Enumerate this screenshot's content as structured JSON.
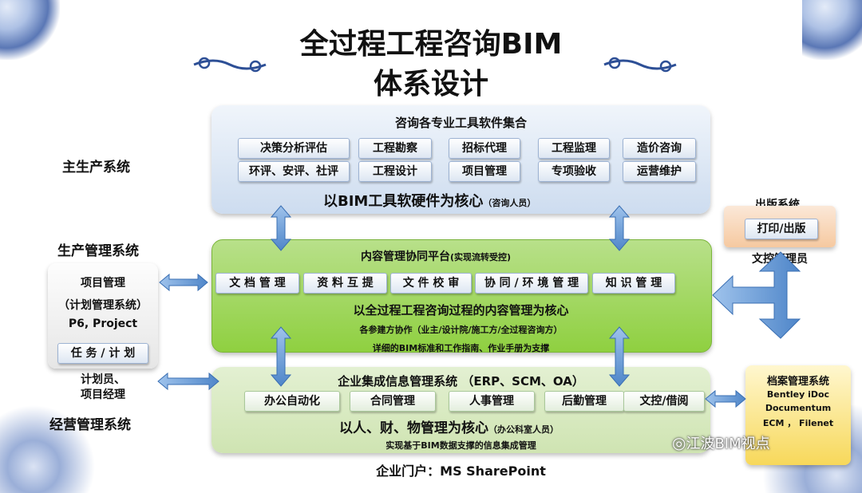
{
  "title": {
    "line1": "全过程工程咨询BIM",
    "line2": "体系设计"
  },
  "left_labels": {
    "main_production": "主生产系统",
    "production_mgmt": "生产管理系统",
    "project_mgmt": "项目管理",
    "plan_system": "（计划管理系统）",
    "p6": "P6, Project",
    "task_plan": "任 务 / 计 划",
    "planner": "计划员、",
    "pm": "项目经理",
    "business_mgmt": "经营管理系统"
  },
  "top_panel": {
    "header": "咨询各专业工具软件集合",
    "row1": [
      "决策分析评估",
      "工程勘察",
      "招标代理",
      "工程监理",
      "造价咨询"
    ],
    "row2": [
      "环评、安评、社评",
      "工程设计",
      "项目管理",
      "专项验收",
      "运营维护"
    ],
    "core": "以BIM工具软硬件为核心",
    "core_note": "（咨询人员）"
  },
  "middle_panel": {
    "header": "内容管理协同平台",
    "header_note": "(实现流转受控)",
    "items": [
      "文 档 管 理",
      "资 料 互 提",
      "文 件 校 审",
      "协 同 / 环 境 管 理",
      "知 识 管 理"
    ],
    "core": "以全过程工程咨询过程的内容管理为核心",
    "line2": "各参建方协作（业主/设计院/施工方/全过程咨询方）",
    "line3": "详细的BIM标准和工作指南、作业手册为支撑"
  },
  "bottom_panel": {
    "header": "企业集成信息管理系统 （ERP、SCM、OA）",
    "items": [
      "办公自动化",
      "合同管理",
      "人事管理",
      "后勤管理"
    ],
    "extra_item": "文控/借阅",
    "core": "以人、财、物管理为核心",
    "core_note": "（办公科室人员）",
    "line2": "实现基于BIM数据支撑的信息集成管理"
  },
  "portal": "企业门户：MS SharePoint",
  "right": {
    "pub_system": "出版系统",
    "print": "打印/出版",
    "doc_controller": "文控管理员",
    "archive_system": "档案管理系统",
    "archive_items": [
      "Bentley iDoc",
      "Documentum",
      "ECM ，  Filenet"
    ]
  },
  "watermark": "江波BIM视点",
  "colors": {
    "blue_panel": "#cddcef",
    "green_panel": "#8fd040",
    "light_green_panel": "#cfe4b2",
    "arrow": "#6ea0d8",
    "archive": "#f7d85a"
  }
}
